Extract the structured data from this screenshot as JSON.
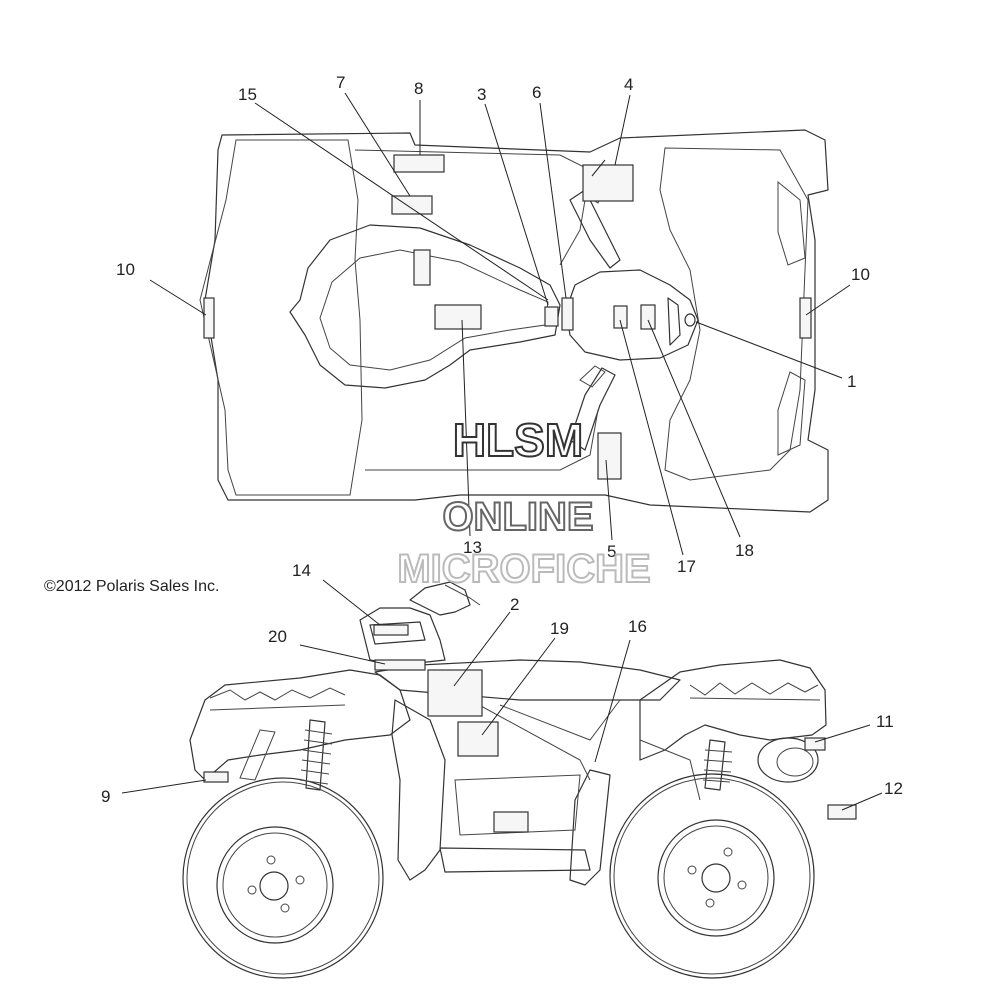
{
  "copyright": "©2012 Polaris Sales Inc.",
  "watermark": {
    "line1": "HLSM",
    "line2": "ONLINE",
    "line3": "MICROFICHE"
  },
  "callouts": {
    "c1": "1",
    "c2": "2",
    "c3": "3",
    "c4": "4",
    "c5": "5",
    "c6": "6",
    "c7": "7",
    "c8": "8",
    "c9": "9",
    "c10a": "10",
    "c10b": "10",
    "c11": "11",
    "c12": "12",
    "c13": "13",
    "c14": "14",
    "c15": "15",
    "c16": "16",
    "c17": "17",
    "c18": "18",
    "c19": "19",
    "c20": "20"
  }
}
